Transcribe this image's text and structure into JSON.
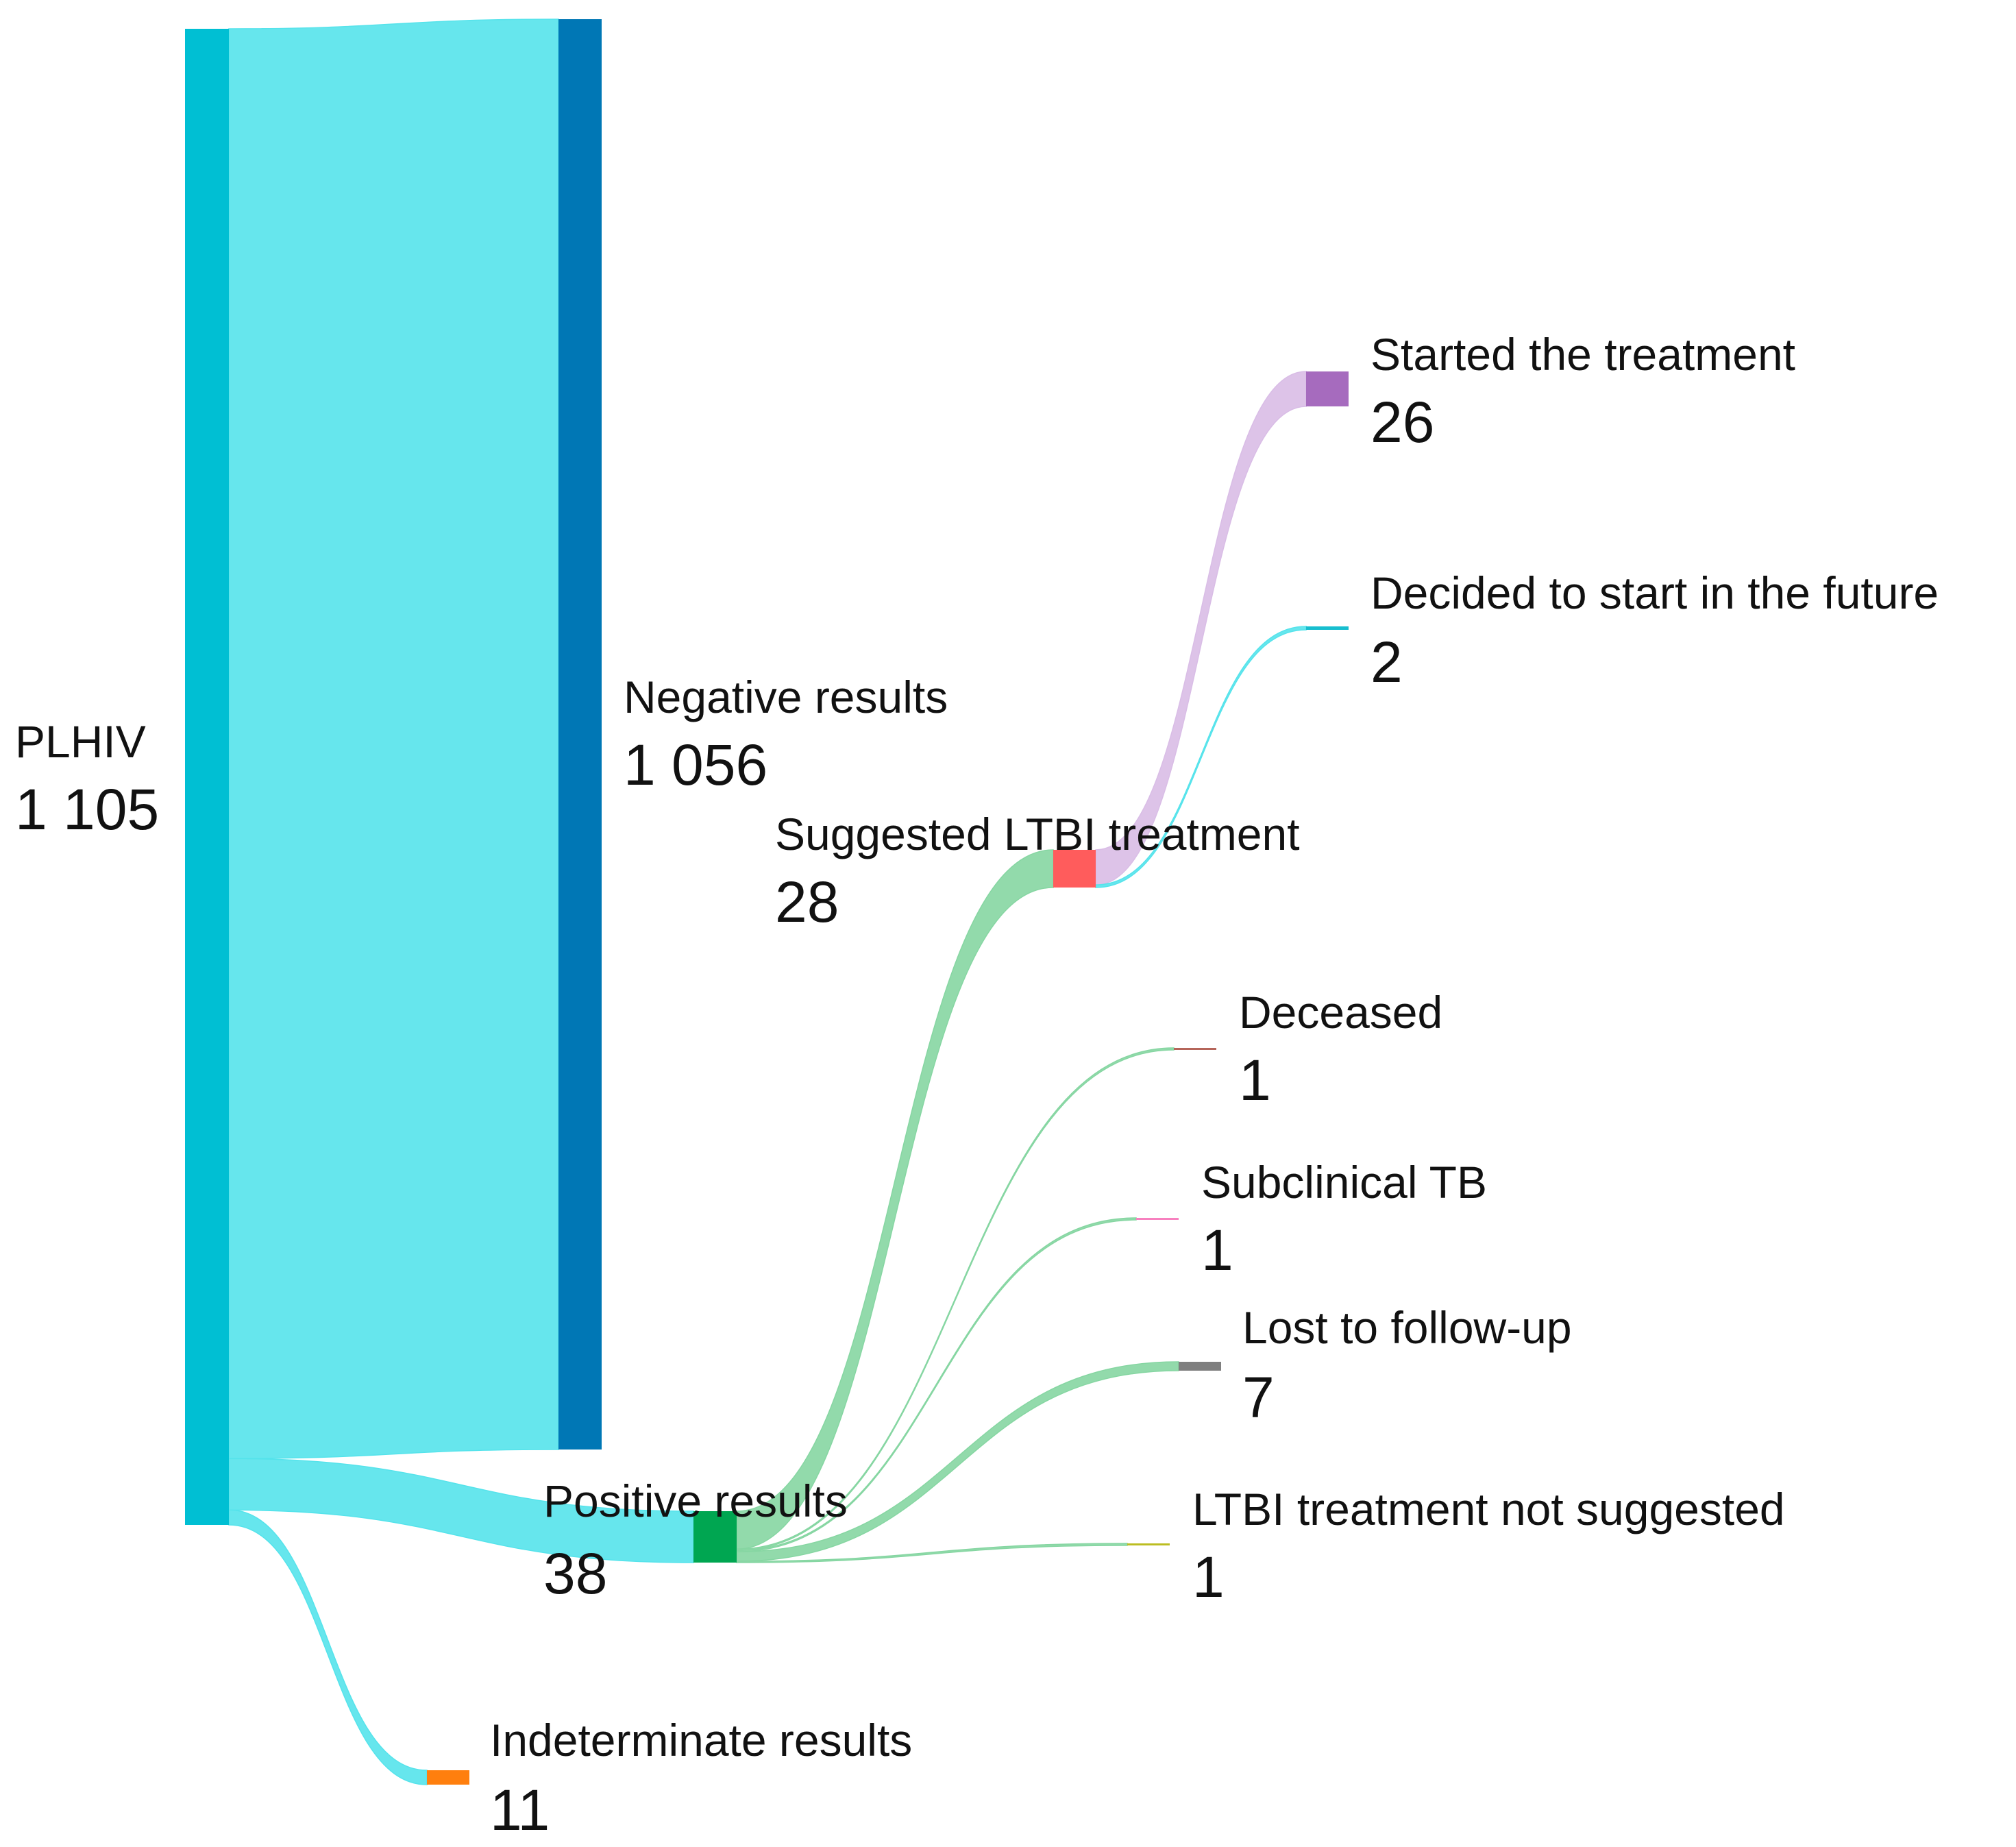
{
  "nodes": [
    {
      "id": "plhiv",
      "label": "PLHIV",
      "value": "1 105",
      "color": "#00bfd3"
    },
    {
      "id": "negative",
      "label": "Negative results",
      "value": "1 056",
      "color": "#0077b5"
    },
    {
      "id": "positive",
      "label": "Positive results",
      "value": "38",
      "color": "#00a651"
    },
    {
      "id": "indeterminate",
      "label": "Indeterminate results",
      "value": "11",
      "color": "#ff7f0e"
    },
    {
      "id": "suggested",
      "label": "Suggested LTBI treatment",
      "value": "28",
      "color": "#ff5c5c"
    },
    {
      "id": "started",
      "label": "Started the treatment",
      "value": "26",
      "color": "#a66bbe"
    },
    {
      "id": "future",
      "label": "Decided to start in the future",
      "value": "2",
      "color": "#17becf"
    },
    {
      "id": "deceased",
      "label": "Deceased",
      "value": "1",
      "color": "#b5655a"
    },
    {
      "id": "subclinical",
      "label": "Subclinical TB",
      "value": "1",
      "color": "#f781bf"
    },
    {
      "id": "lost",
      "label": "Lost to follow-up",
      "value": "7",
      "color": "#7f7f7f"
    },
    {
      "id": "not_suggested",
      "label": "LTBI treatment not suggested",
      "value": "1",
      "color": "#bcbd22"
    }
  ],
  "links": [
    {
      "source": "plhiv",
      "target": "negative",
      "value": 1056,
      "color": "#55e3eb"
    },
    {
      "source": "plhiv",
      "target": "positive",
      "value": 38,
      "color": "#55e3eb"
    },
    {
      "source": "plhiv",
      "target": "indeterminate",
      "value": 11,
      "color": "#55e3eb"
    },
    {
      "source": "positive",
      "target": "suggested",
      "value": 28,
      "color": "#86d6a2"
    },
    {
      "source": "positive",
      "target": "deceased",
      "value": 1,
      "color": "#86d6a2"
    },
    {
      "source": "positive",
      "target": "subclinical",
      "value": 1,
      "color": "#86d6a2"
    },
    {
      "source": "positive",
      "target": "lost",
      "value": 7,
      "color": "#86d6a2"
    },
    {
      "source": "positive",
      "target": "not_suggested",
      "value": 1,
      "color": "#86d6a2"
    },
    {
      "source": "suggested",
      "target": "started",
      "value": 26,
      "color": "#d9bde6"
    },
    {
      "source": "suggested",
      "target": "future",
      "value": 2,
      "color": "#55e3eb"
    }
  ]
}
